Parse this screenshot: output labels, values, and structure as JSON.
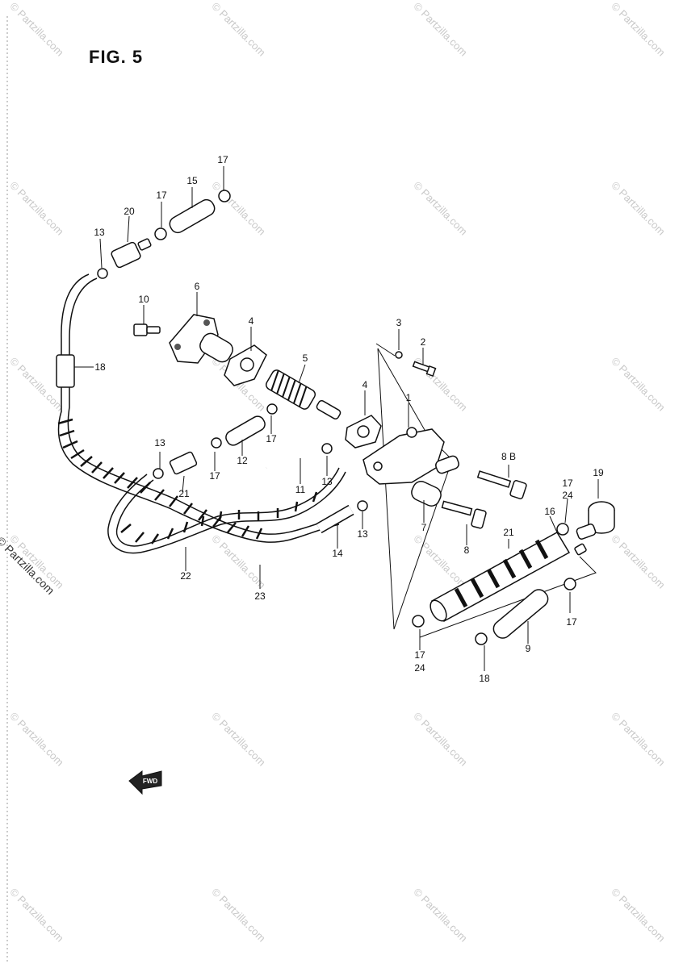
{
  "figure": {
    "title": "FIG. 5"
  },
  "watermark": {
    "text": "© Partzilla.com"
  },
  "fwd_arrow": {
    "label": "FWD"
  },
  "callouts": [
    "1",
    "2",
    "3",
    "4",
    "4",
    "5",
    "6",
    "7",
    "8",
    "8 B",
    "9",
    "10",
    "11",
    "12",
    "13",
    "13",
    "13",
    "13",
    "14",
    "15",
    "16",
    "17",
    "17",
    "17",
    "17",
    "17",
    "17",
    "17",
    "18",
    "19",
    "20",
    "21",
    "21",
    "22",
    "23",
    "24",
    "24"
  ]
}
